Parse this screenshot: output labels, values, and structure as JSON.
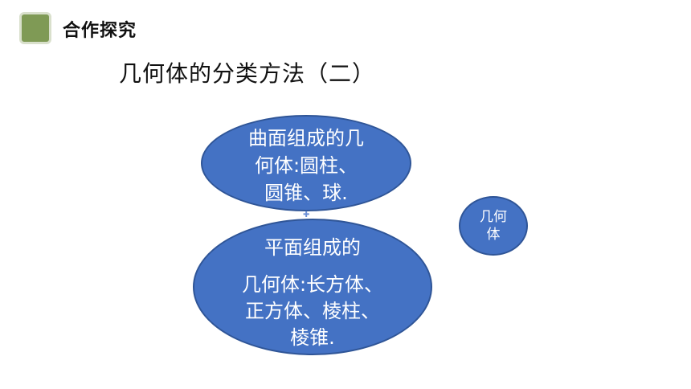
{
  "header": {
    "title": "合作探究",
    "icon_color": "#7f9a55"
  },
  "subtitle": "几何体的分类方法（二）",
  "diagram": {
    "fill_color": "#4472c4",
    "curved_node": {
      "line1": "曲面组成的几",
      "line2": "何体:圆柱、",
      "line3": "圆锥、球."
    },
    "flat_node": {
      "line1": "平面组成的",
      "line2": "几何体:长方体、",
      "line3": "正方体、棱柱、",
      "line4": "棱锥."
    },
    "root_node": {
      "line1": "几何",
      "line2": "体"
    }
  }
}
